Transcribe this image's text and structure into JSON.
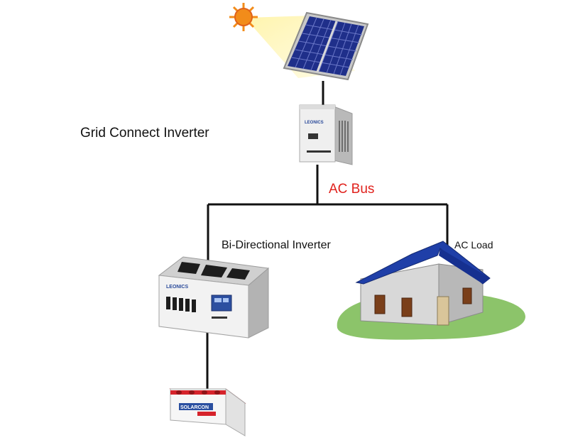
{
  "labels": {
    "grid_connect_inverter": "Grid Connect Inverter",
    "ac_bus": "AC Bus",
    "bidirectional_inverter": "Bi-Directional Inverter",
    "ac_load": "AC Load"
  },
  "devices": {
    "grid_inverter_brand": "LEONICS",
    "bidir_inverter_brand": "LEONICS",
    "battery_brand": "SOLARCON"
  },
  "colors": {
    "ac_bus_label": "#e0211c",
    "wire": "#111111",
    "sun": "#f28c1a",
    "panel": "#1f2f8a",
    "roof": "#1f3fa8",
    "house_wall": "#d8d8d8",
    "grass": "#8cc46a",
    "battery": "#d6232b"
  }
}
